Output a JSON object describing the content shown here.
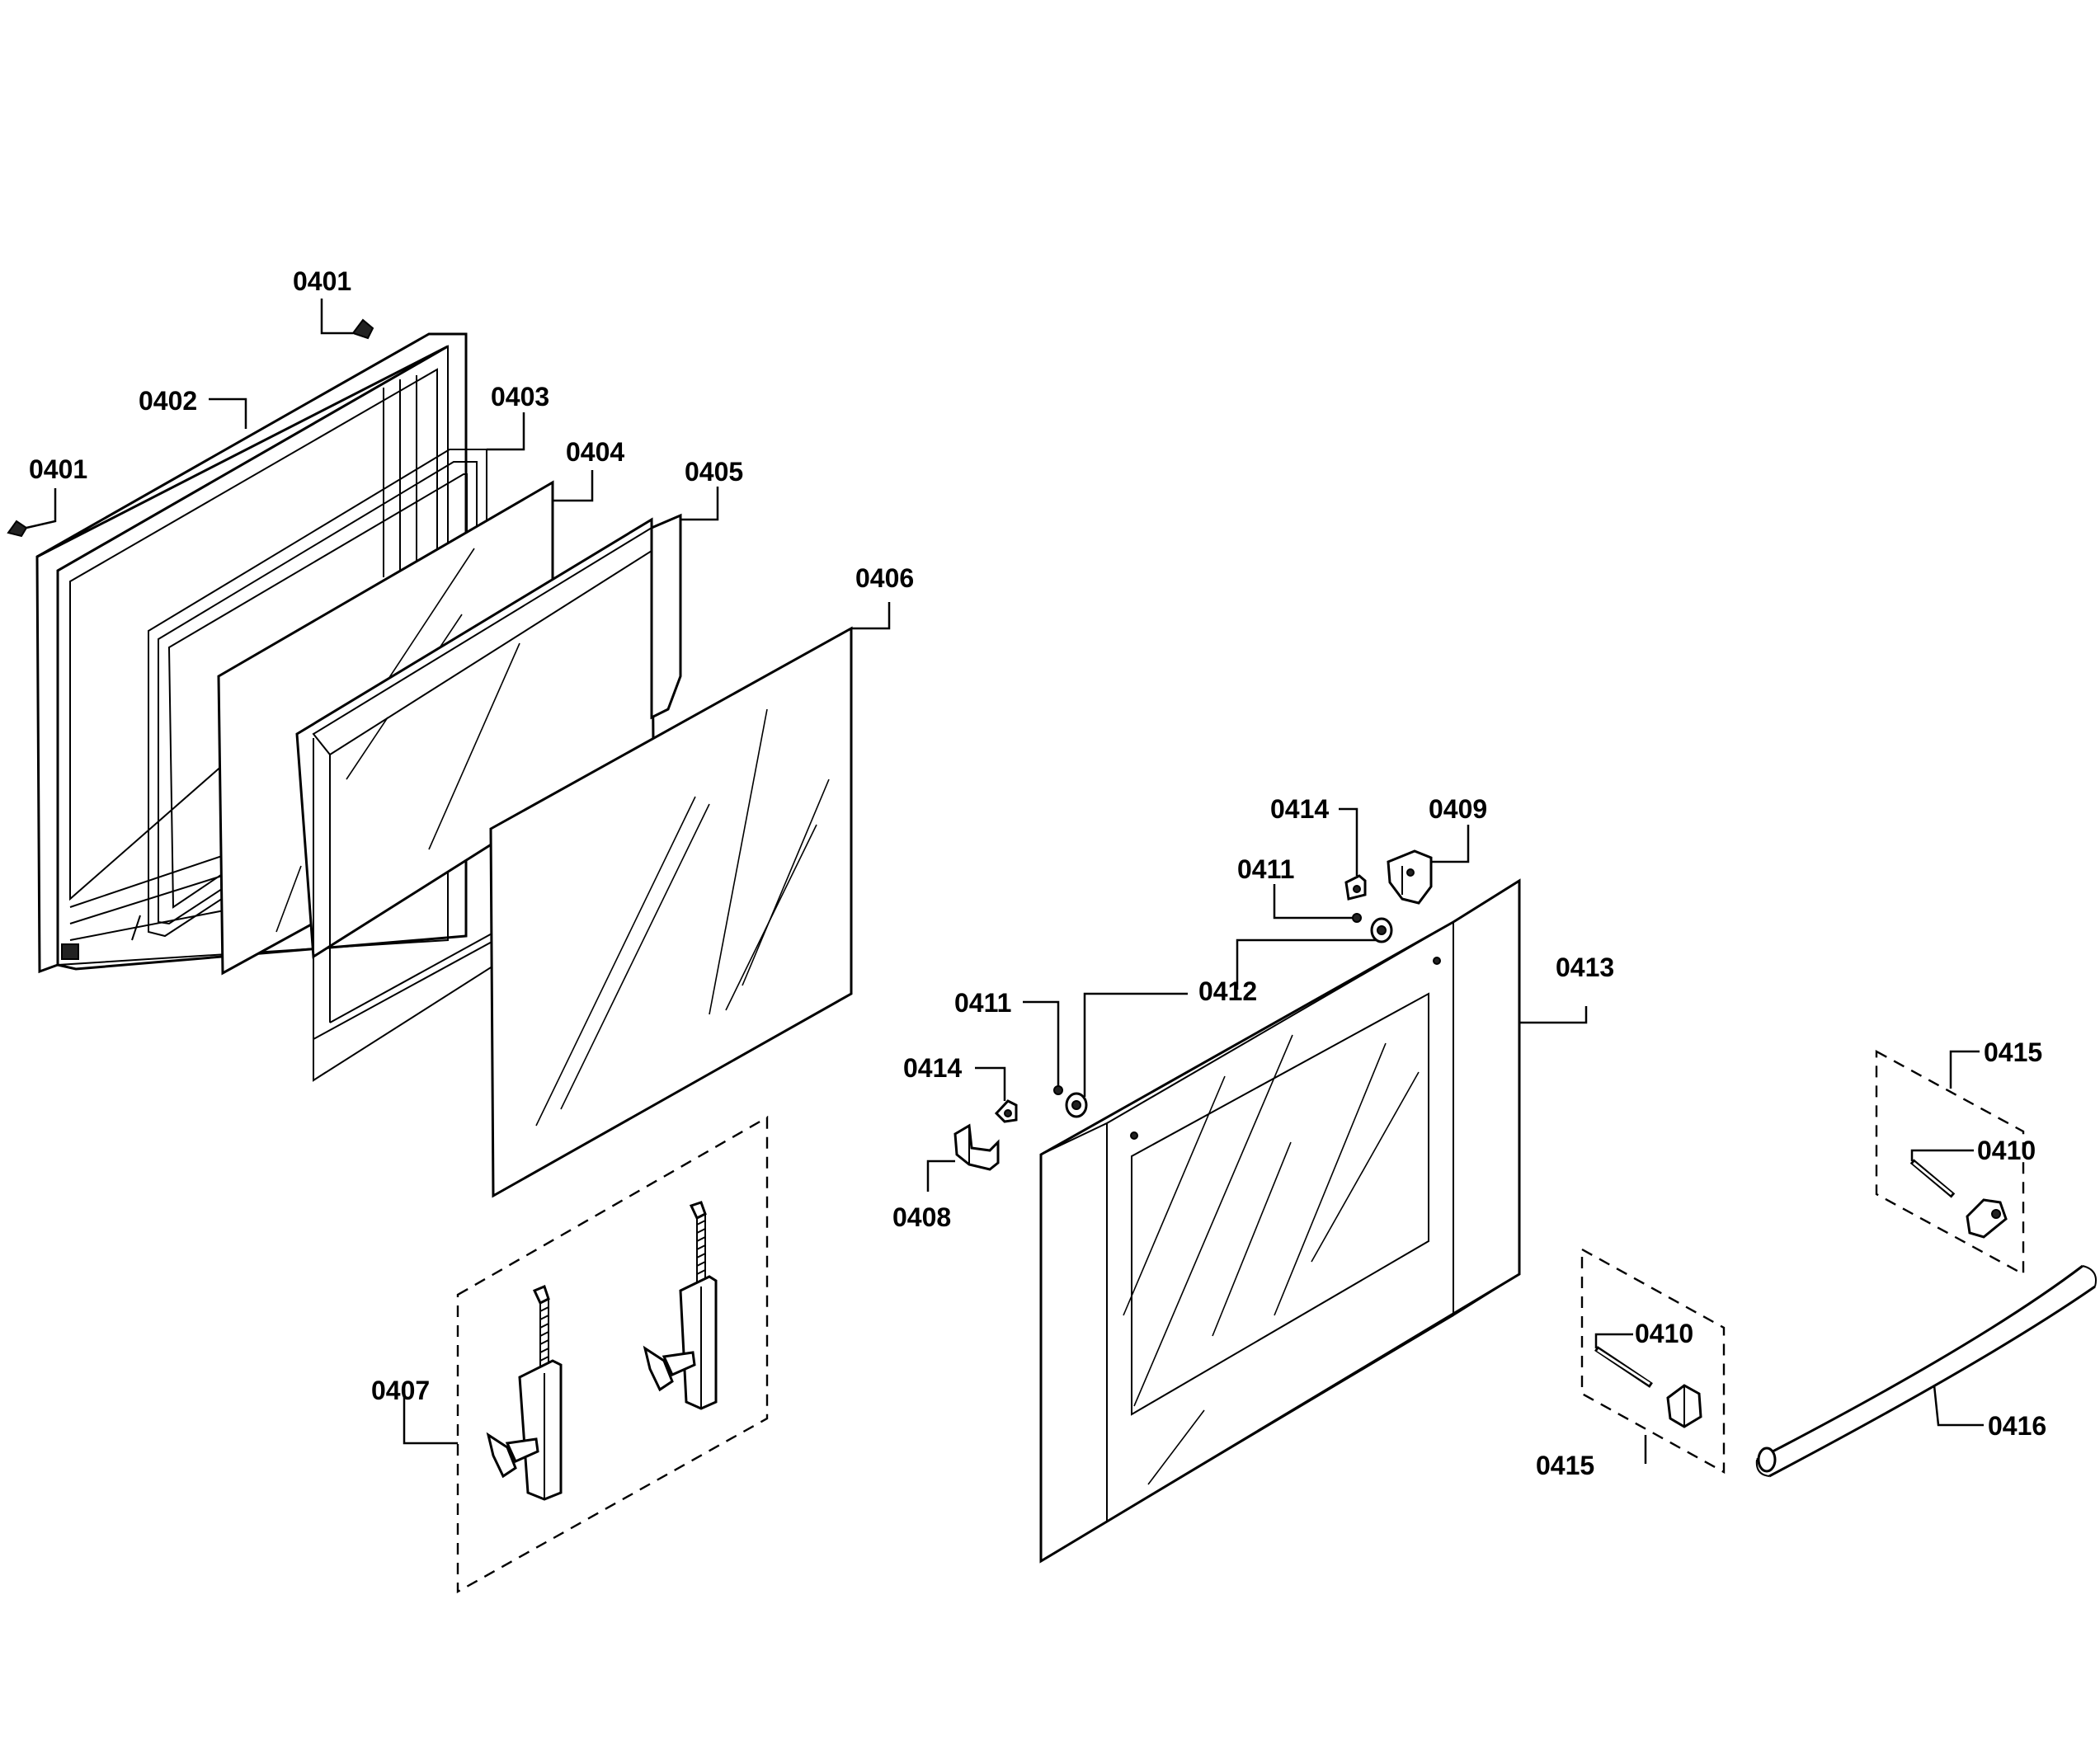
{
  "labels": {
    "p0401a": "0401",
    "p0401b": "0401",
    "p0402": "0402",
    "p0403": "0403",
    "p0404": "0404",
    "p0405": "0405",
    "p0406": "0406",
    "p0407": "0407",
    "p0408": "0408",
    "p0409": "0409",
    "p0410a": "0410",
    "p0410b": "0410",
    "p0411a": "0411",
    "p0411b": "0411",
    "p0412": "0412",
    "p0413": "0413",
    "p0414a": "0414",
    "p0414b": "0414",
    "p0415a": "0415",
    "p0415b": "0415",
    "p0416": "0416"
  }
}
